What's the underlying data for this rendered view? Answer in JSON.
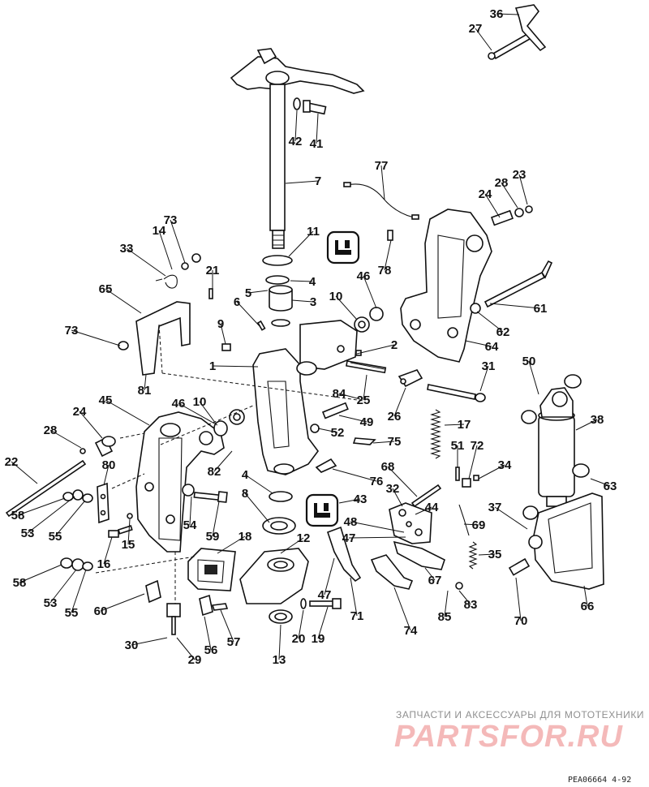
{
  "callouts": [
    "1",
    "2",
    "3",
    "4",
    "4",
    "5",
    "6",
    "7",
    "8",
    "9",
    "10",
    "10",
    "11",
    "12",
    "13",
    "14",
    "15",
    "16",
    "17",
    "18",
    "19",
    "20",
    "21",
    "22",
    "23",
    "24",
    "24",
    "25",
    "26",
    "27",
    "28",
    "28",
    "29",
    "30",
    "31",
    "32",
    "33",
    "34",
    "35",
    "36",
    "37",
    "38",
    "41",
    "42",
    "43",
    "44",
    "45",
    "46",
    "46",
    "47",
    "47",
    "48",
    "49",
    "50",
    "51",
    "52",
    "53",
    "53",
    "54",
    "55",
    "55",
    "56",
    "57",
    "58",
    "58",
    "59",
    "60",
    "61",
    "62",
    "63",
    "64",
    "65",
    "66",
    "67",
    "68",
    "69",
    "70",
    "71",
    "72",
    "73",
    "73",
    "74",
    "75",
    "76",
    "77",
    "78",
    "80",
    "81",
    "82",
    "83",
    "84",
    "85"
  ],
  "watermark": {
    "tagline": "ЗАПЧАСТИ И АКСЕССУАРЫ ДЛЯ МОТОТЕХНИКИ",
    "logo": "PARTSFOR.RU"
  },
  "drawing_code": "PEA06664 4-92",
  "colors": {
    "ink": "#111111",
    "watermark_logo": "#f4b9b9",
    "watermark_text": "#8f8f8f"
  },
  "icons": [
    "lubricate-icon",
    "lubricate-icon"
  ]
}
